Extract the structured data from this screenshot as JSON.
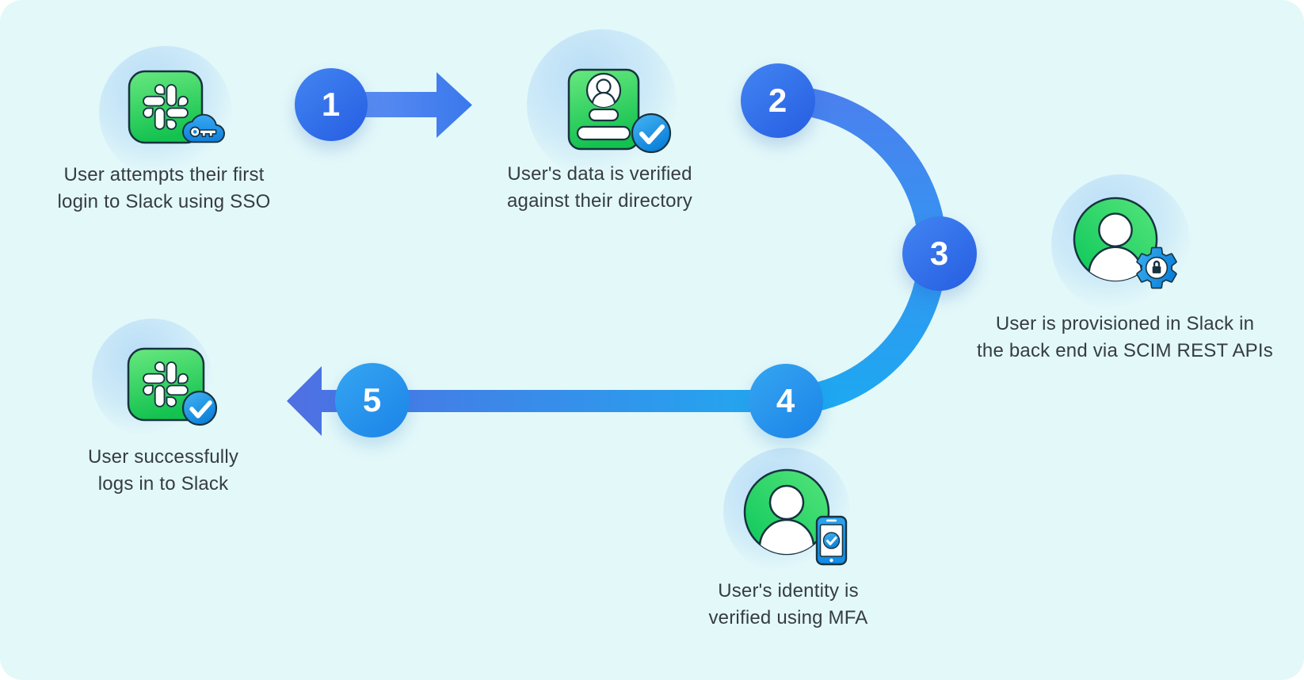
{
  "figure": {
    "type": "process-flow-diagram",
    "background_color": "#e3f8f9",
    "text_color": "#363c43",
    "accent_blue_dark": "#2e6fe7",
    "accent_blue_light": "#2b93ec",
    "accent_green": "#17c452"
  },
  "steps": [
    {
      "number": "1",
      "line1": "User attempts their first",
      "line2": "login to Slack using SSO",
      "icon": "slack-sso-cloud-key-icon"
    },
    {
      "number": "2",
      "line1": "User's data is verified",
      "line2": "against their directory",
      "icon": "directory-card-check-icon"
    },
    {
      "number": "3",
      "line1": "User is provisioned in Slack in",
      "line2": "the back end via SCIM REST APIs",
      "icon": "user-avatar-gear-lock-icon"
    },
    {
      "number": "4",
      "line1": "User's identity is",
      "line2": "verified using MFA",
      "icon": "user-avatar-mfa-phone-icon"
    },
    {
      "number": "5",
      "line1": "User successfully",
      "line2": "logs in to Slack",
      "icon": "slack-check-icon"
    }
  ],
  "connectors": [
    {
      "from": "1",
      "to": "2",
      "shape": "straight-arrow-right"
    },
    {
      "from": "2",
      "to": "4",
      "shape": "semicircle-arc-through-3"
    },
    {
      "from": "4",
      "to": "5",
      "shape": "straight-arrow-left"
    }
  ]
}
